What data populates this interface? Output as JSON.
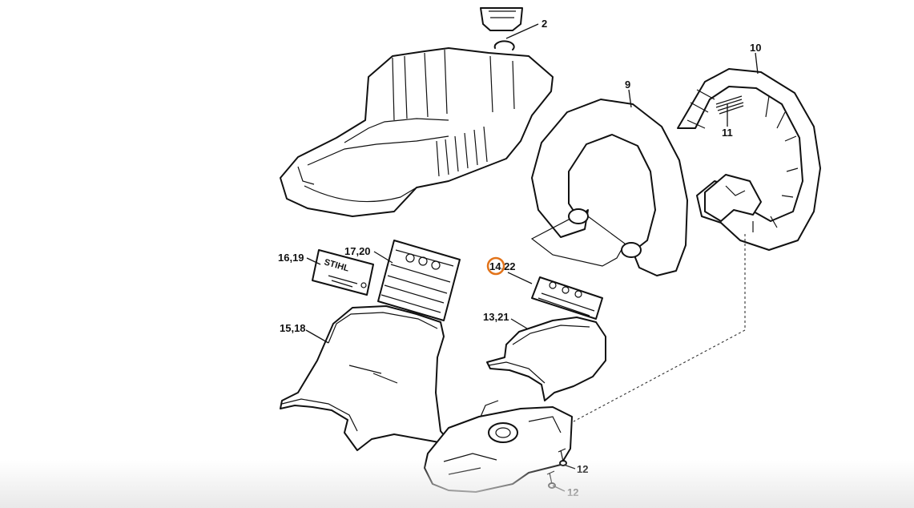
{
  "callouts": {
    "2": "2",
    "9": "9",
    "10": "10",
    "11": "11",
    "16_19": "16,19",
    "17_20": "17,20",
    "14_22": "14,22",
    "15_18": "15,18",
    "13_21": "13,21",
    "12_upper": "12",
    "12_lower": "12"
  },
  "decals": {
    "logo": "STIHL"
  },
  "colors": {
    "highlight": "#e2731a",
    "line": "#111111",
    "background": "#ffffff"
  }
}
